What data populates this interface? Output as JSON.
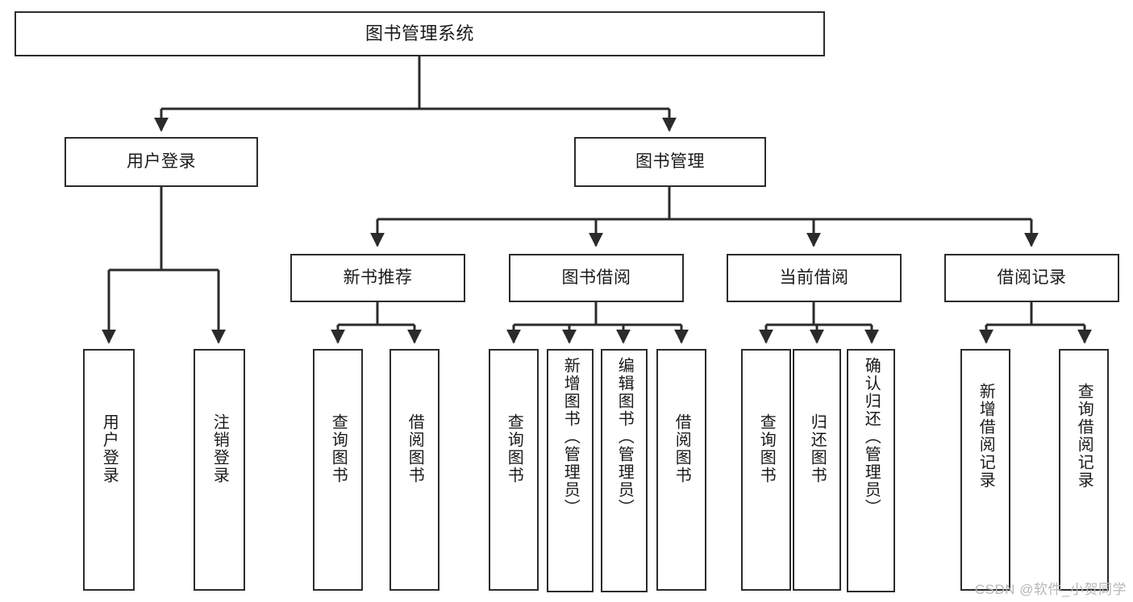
{
  "diagram": {
    "title": "图书管理系统",
    "watermark": "CSDN @软件_小贺同学",
    "colors": {
      "stroke": "#2b2b2b",
      "fill": "#ffffff",
      "text": "#1a1a1a",
      "watermark": "#b7b7b7"
    },
    "root": {
      "label": "图书管理系统"
    },
    "level2": [
      {
        "label": "用户登录"
      },
      {
        "label": "图书管理"
      }
    ],
    "level3": [
      {
        "label": "新书推荐"
      },
      {
        "label": "图书借阅"
      },
      {
        "label": "当前借阅"
      },
      {
        "label": "借阅记录"
      }
    ],
    "leaves": [
      {
        "label": "用户登录",
        "parent": "用户登录"
      },
      {
        "label": "注销登录",
        "parent": "用户登录"
      },
      {
        "label": "查询图书",
        "parent": "新书推荐"
      },
      {
        "label": "借阅图书",
        "parent": "新书推荐"
      },
      {
        "label": "查询图书",
        "parent": "图书借阅"
      },
      {
        "label": "新增图书（管理员）",
        "parent": "图书借阅"
      },
      {
        "label": "编辑图书（管理员）",
        "parent": "图书借阅"
      },
      {
        "label": "借阅图书",
        "parent": "图书借阅"
      },
      {
        "label": "查询图书",
        "parent": "当前借阅"
      },
      {
        "label": "归还图书",
        "parent": "当前借阅"
      },
      {
        "label": "确认归还（管理员）",
        "parent": "当前借阅"
      },
      {
        "label": "新增借阅记录",
        "parent": "借阅记录"
      },
      {
        "label": "查询借阅记录",
        "parent": "借阅记录"
      }
    ]
  }
}
